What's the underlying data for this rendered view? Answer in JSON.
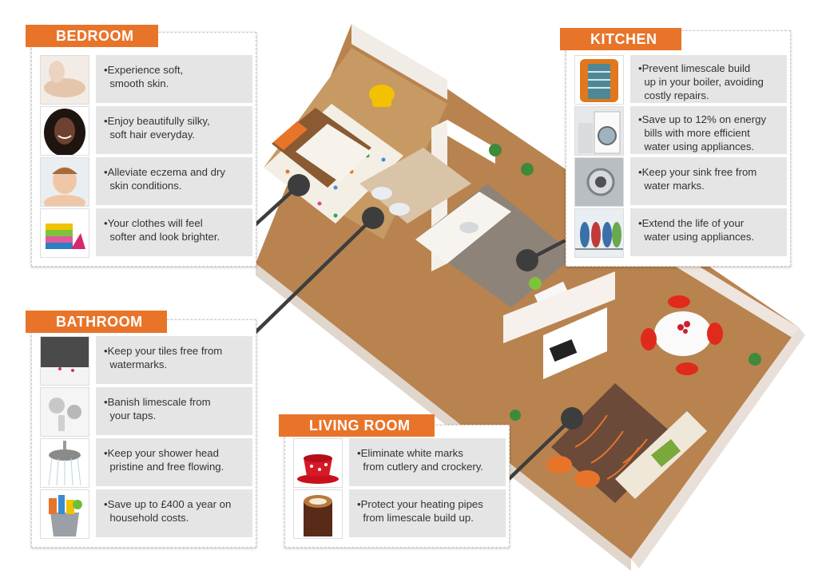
{
  "colors": {
    "accent": "#e8742a",
    "panel_text_bg": "#e5e5e5",
    "pointer": "#3d3d3d"
  },
  "sections": {
    "bedroom": {
      "title": "BEDROOM",
      "items": [
        {
          "text": "Experience soft, smooth skin.",
          "lines": [
            "Experience soft,",
            "smooth skin."
          ],
          "icon": "skin-care-photo-icon"
        },
        {
          "text": "Enjoy beautifully silky, soft hair everyday.",
          "lines": [
            "Enjoy beautifully silky,",
            "soft hair everyday."
          ],
          "icon": "smiling-woman-hair-photo-icon"
        },
        {
          "text": "Alleviate eczema and dry skin conditions.",
          "lines": [
            "Alleviate eczema and dry",
            "skin conditions."
          ],
          "icon": "child-bath-photo-icon"
        },
        {
          "text": "Your clothes will feel softer and look brighter.",
          "lines": [
            "Your clothes will feel",
            "softer and look brighter."
          ],
          "icon": "folded-towels-iron-icon"
        }
      ]
    },
    "bathroom": {
      "title": "BATHROOM",
      "items": [
        {
          "text": "Keep your tiles free from watermarks.",
          "lines": [
            "Keep your tiles free from",
            "watermarks."
          ],
          "icon": "bathtub-tiles-photo-icon"
        },
        {
          "text": "Banish limescale from your taps.",
          "lines": [
            "Banish limescale from",
            "your taps."
          ],
          "icon": "chrome-tap-photo-icon"
        },
        {
          "text": "Keep your shower head pristine and free flowing.",
          "lines": [
            "Keep your shower head",
            "pristine and free flowing."
          ],
          "icon": "shower-head-photo-icon"
        },
        {
          "text": "Save up to £400 a year on household costs.",
          "lines": [
            "Save up to £400 a year on",
            "household costs."
          ],
          "icon": "cleaning-bucket-photo-icon"
        }
      ]
    },
    "kitchen": {
      "title": "KITCHEN",
      "items": [
        {
          "text": "Prevent limescale build up in your boiler, avoiding costly repairs.",
          "lines": [
            "Prevent limescale build",
            "up in your boiler, avoiding",
            "costly repairs."
          ],
          "icon": "boiler-cutaway-photo-icon"
        },
        {
          "text": "Save up to 12% on energy bills with more efficient water using appliances.",
          "lines": [
            "Save up to 12% on energy",
            "bills with more efficient",
            "water using appliances."
          ],
          "icon": "washing-machine-photo-icon"
        },
        {
          "text": "Keep your sink free from water marks.",
          "lines": [
            "Keep your sink free from",
            "water marks."
          ],
          "icon": "sink-drain-photo-icon"
        },
        {
          "text": "Extend the life of your water using appliances.",
          "lines": [
            "Extend the life of your",
            "water using appliances."
          ],
          "icon": "dishwasher-photo-icon"
        }
      ]
    },
    "living_room": {
      "title": "LIVING ROOM",
      "items": [
        {
          "text": "Eliminate white marks from cutlery and crockery.",
          "lines": [
            "Eliminate white marks",
            "from cutlery and crockery."
          ],
          "icon": "red-teacups-photo-icon"
        },
        {
          "text": "Protect your heating pipes from limescale build up.",
          "lines": [
            "Protect your heating pipes",
            "from limescale build up."
          ],
          "icon": "limescale-pipe-photo-icon"
        }
      ]
    }
  }
}
